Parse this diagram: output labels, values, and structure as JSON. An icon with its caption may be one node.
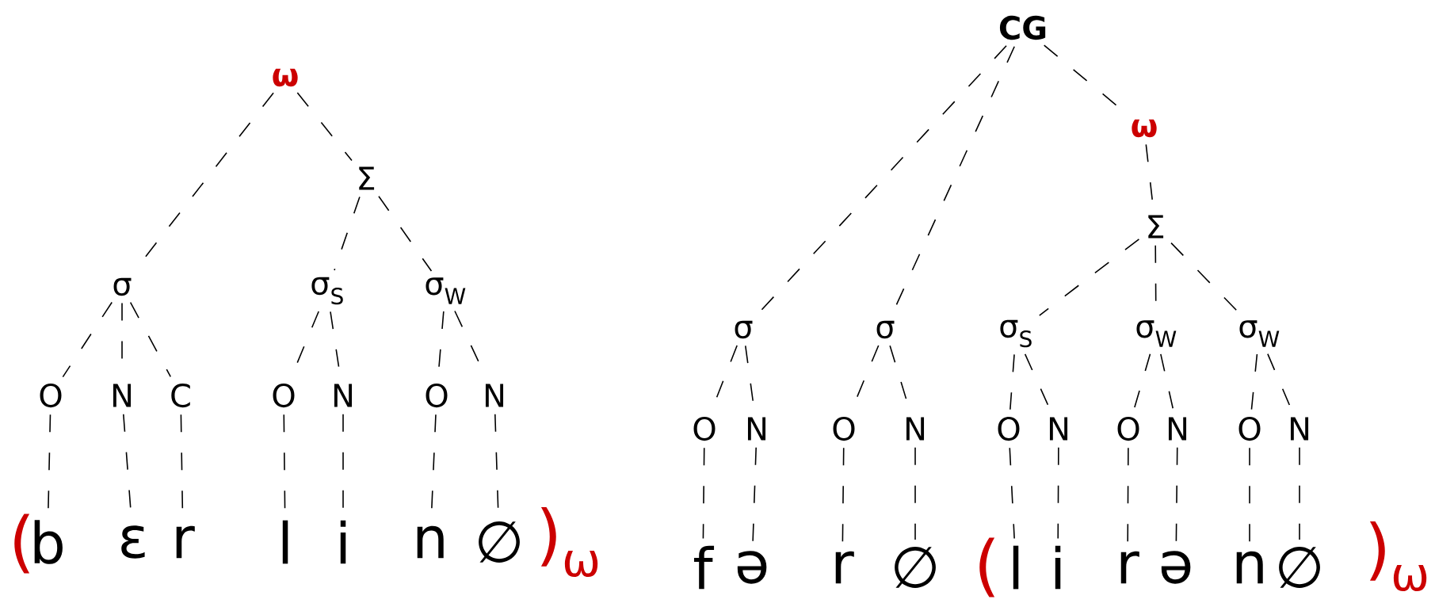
{
  "diagram": {
    "nodes": [
      {
        "text": [
          "ω"
        ]
      },
      {
        "text": [
          "Σ"
        ]
      },
      {
        "text": [
          "σ"
        ]
      },
      {
        "text": [
          "σ$_{S}$"
        ]
      },
      {
        "text": [
          "σ$_{W}$"
        ]
      },
      {
        "text": [
          "O"
        ]
      },
      {
        "text": [
          "N"
        ]
      },
      {
        "text": [
          "C"
        ]
      },
      {
        "text": [
          "O"
        ]
      },
      {
        "text": [
          "N"
        ]
      },
      {
        "text": [
          "O"
        ]
      },
      {
        "text": [
          "N"
        ]
      },
      {
        "text": [
          "b"
        ]
      },
      {
        "text": [
          "ɛ"
        ]
      },
      {
        "text": [
          "r"
        ]
      },
      {
        "text": [
          "l"
        ]
      },
      {
        "text": [
          "i"
        ]
      },
      {
        "text": [
          "n"
        ]
      },
      {
        "text": [
          "∅"
        ]
      },
      {
        "text": [
          "CG"
        ]
      },
      {
        "text": [
          "ω"
        ]
      },
      {
        "text": [
          "Σ"
        ]
      },
      {
        "text": [
          "σ"
        ]
      },
      {
        "text": [
          "σ"
        ]
      },
      {
        "text": [
          "σ$_{S}$"
        ]
      },
      {
        "text": [
          "σ$_{W}$"
        ]
      },
      {
        "text": [
          "σ$_{W}$"
        ]
      },
      {
        "text": [
          "O"
        ]
      },
      {
        "text": [
          "N"
        ]
      },
      {
        "text": [
          "O"
        ]
      },
      {
        "text": [
          "N"
        ]
      },
      {
        "text": [
          "O"
        ]
      },
      {
        "text": [
          "N"
        ]
      },
      {
        "text": [
          "O"
        ]
      },
      {
        "text": [
          "N"
        ]
      },
      {
        "text": [
          "O"
        ]
      },
      {
        "text": [
          "N"
        ]
      },
      {
        "text": [
          "f"
        ]
      },
      {
        "text": [
          "ə"
        ]
      },
      {
        "text": [
          "r"
        ]
      },
      {
        "text": [
          "∅"
        ]
      },
      {
        "text": [
          "l"
        ]
      },
      {
        "text": [
          "i"
        ]
      },
      {
        "text": [
          "r"
        ]
      },
      {
        "text": [
          "ə"
        ]
      },
      {
        "text": [
          "n"
        ]
      },
      {
        "text": [
          "∅"
        ]
      }
    ],
    "edges": [
      {
        "from": 0,
        "to": 2,
        "arrow": "none"
      },
      {
        "from": 0,
        "to": 1,
        "arrow": "none"
      },
      {
        "from": 1,
        "to": 3,
        "arrow": "none"
      },
      {
        "from": 1,
        "to": 4,
        "arrow": "none"
      },
      {
        "from": 2,
        "to": 5,
        "arrow": "none"
      },
      {
        "from": 2,
        "to": 6,
        "arrow": "none"
      },
      {
        "from": 2,
        "to": 7,
        "arrow": "none"
      },
      {
        "from": 3,
        "to": 8,
        "arrow": "none"
      },
      {
        "from": 3,
        "to": 9,
        "arrow": "none"
      },
      {
        "from": 4,
        "to": 10,
        "arrow": "none"
      },
      {
        "from": 4,
        "to": 11,
        "arrow": "none"
      },
      {
        "from": 5,
        "to": 12,
        "arrow": "none"
      },
      {
        "from": 6,
        "to": 13,
        "arrow": "none"
      },
      {
        "from": 7,
        "to": 14,
        "arrow": "none"
      },
      {
        "from": 8,
        "to": 15,
        "arrow": "none"
      },
      {
        "from": 9,
        "to": 16,
        "arrow": "none"
      },
      {
        "from": 10,
        "to": 17,
        "arrow": "none"
      },
      {
        "from": 11,
        "to": 18,
        "arrow": "none"
      },
      {
        "from": 19,
        "to": 22,
        "arrow": "none"
      },
      {
        "from": 19,
        "to": 23,
        "arrow": "none"
      },
      {
        "from": 19,
        "to": 20,
        "arrow": "none"
      },
      {
        "from": 20,
        "to": 21,
        "arrow": "none"
      },
      {
        "from": 21,
        "to": 24,
        "arrow": "none"
      },
      {
        "from": 21,
        "to": 25,
        "arrow": "none"
      },
      {
        "from": 21,
        "to": 26,
        "arrow": "none"
      },
      {
        "from": 22,
        "to": 27,
        "arrow": "none"
      },
      {
        "from": 22,
        "to": 28,
        "arrow": "none"
      },
      {
        "from": 23,
        "to": 29,
        "arrow": "none"
      },
      {
        "from": 23,
        "to": 30,
        "arrow": "none"
      },
      {
        "from": 24,
        "to": 31,
        "arrow": "none"
      },
      {
        "from": 24,
        "to": 32,
        "arrow": "none"
      },
      {
        "from": 25,
        "to": 33,
        "arrow": "none"
      },
      {
        "from": 25,
        "to": 34,
        "arrow": "none"
      },
      {
        "from": 26,
        "to": 35,
        "arrow": "none"
      },
      {
        "from": 26,
        "to": 36,
        "arrow": "none"
      },
      {
        "from": 27,
        "to": 37,
        "arrow": "none"
      },
      {
        "from": 28,
        "to": 38,
        "arrow": "none"
      },
      {
        "from": 29,
        "to": 39,
        "arrow": "none"
      },
      {
        "from": 30,
        "to": 40,
        "arrow": "none"
      },
      {
        "from": 31,
        "to": 41,
        "arrow": "none"
      },
      {
        "from": 32,
        "to": 42,
        "arrow": "none"
      },
      {
        "from": 33,
        "to": 43,
        "arrow": "none"
      },
      {
        "from": 34,
        "to": 44,
        "arrow": "none"
      },
      {
        "from": 35,
        "to": 45,
        "arrow": "none"
      },
      {
        "from": 36,
        "to": 46,
        "arrow": "none"
      }
    ],
    "labels": [
      "(",
      ")$_{ω}$",
      "(",
      ")$_{ω}$"
    ]
  }
}
